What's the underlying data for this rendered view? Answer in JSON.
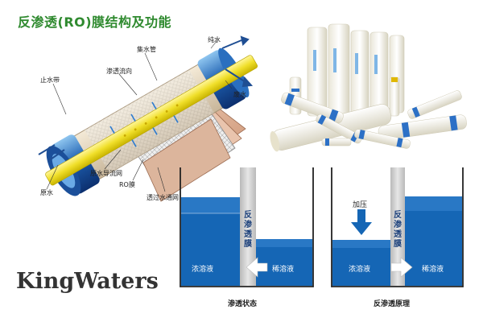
{
  "title": "反渗透(RO)膜结构及功能",
  "labels": {
    "pure_water": "纯水",
    "collect_pipe": "集水管",
    "permeate_flow": "渗透流向",
    "brine_seal": "止水带",
    "concentrate": "废水",
    "raw_water": "原水",
    "raw_spacer": "原水导流网",
    "ro_membrane": "RO膜",
    "permeate_spacer": "透过水通网"
  },
  "brand": "KingWaters",
  "panel_left": {
    "membrane_text": "反渗透膜",
    "left_liquid": "浓溶液",
    "right_liquid": "稀溶液",
    "caption": "渗透状态"
  },
  "panel_right": {
    "membrane_text": "反渗透膜",
    "pressure": "加压",
    "left_liquid": "浓溶液",
    "right_liquid": "稀溶液",
    "caption": "反渗透原理"
  },
  "colors": {
    "title_green": "#2f8a2f",
    "water_blue": "#1566b5",
    "membrane_gray": "#c8c8c8",
    "yellow_tube": "#f0df2a"
  }
}
